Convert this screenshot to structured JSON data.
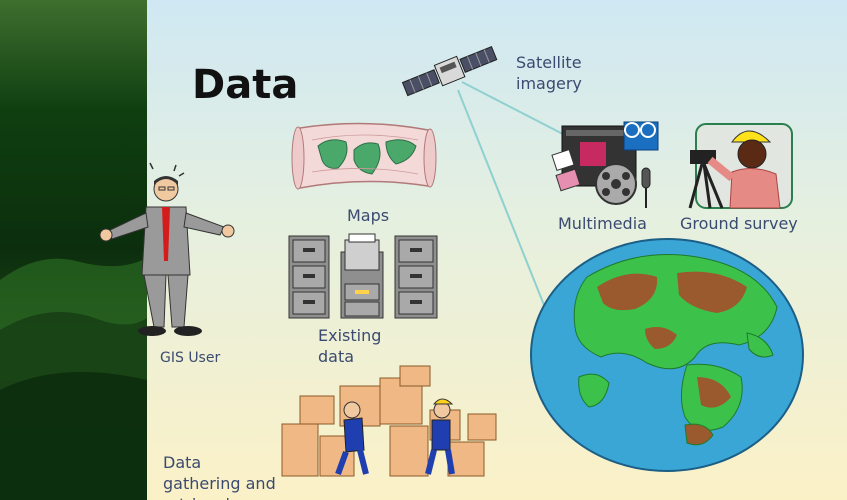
{
  "title": "Data",
  "labels": {
    "satellite": [
      "Satellite",
      "imagery"
    ],
    "maps": "Maps",
    "existing": [
      "Existing",
      "data"
    ],
    "gis_user": "GIS User",
    "gathering": [
      "Data",
      "gathering and",
      "retrieval"
    ],
    "multimedia": "Multimedia",
    "ground_survey": "Ground survey"
  },
  "colors": {
    "label_text": "#3a4a70",
    "ocean": "#3aa6d6",
    "land_green": "#3cc24a",
    "land_brown": "#9a5a2e",
    "sidebar": "#1a4a1a",
    "connector": "#8fd0d0"
  }
}
